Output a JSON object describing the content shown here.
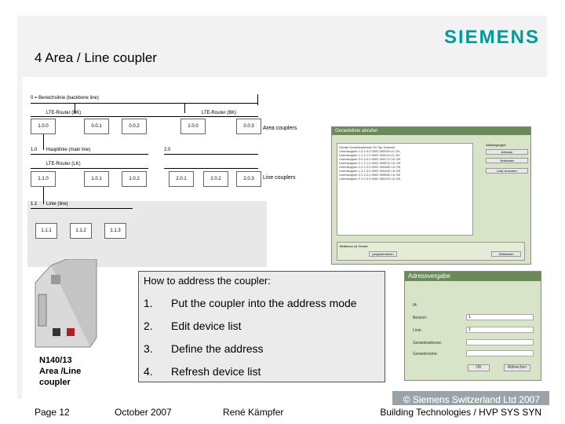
{
  "brand": "SIEMENS",
  "title": "4 Area / Line coupler",
  "topology": {
    "backbone_label": "0 = Bereichslinie (backbone line)",
    "top_routers": [
      "LTE-Router (BK)",
      "LTE-Router (BK)"
    ],
    "area_boxes": [
      "1.0.0",
      "0.0.1",
      "0.0.2",
      "2.0.0",
      "0.0.3"
    ],
    "area_label": "Area couplers",
    "main_line_left": "1.0",
    "main_line_name": "Hauptlinie (main line)",
    "main_line_right": "2.0",
    "line_router": "LTE-Router (LK)",
    "line_boxes": [
      "1.1.0",
      "1.0.1",
      "1.0.2",
      "2.0.1",
      "2.0.2",
      "2.0.3"
    ],
    "line_label": "Line couplers",
    "line_name_num": "1.1",
    "line_name": "Linie (line)",
    "device_boxes": [
      "1.1.1",
      "1.1.2",
      "1.1.3"
    ]
  },
  "dialog1": {
    "caption": "Geraeteliste abrufen",
    "columns": "Geraet   Geraeteadresse   Sn   Typ   Zustand",
    "rows": [
      "Linienkoppler 1.0  1.0.0   0002 000000   LK   OK",
      "Linienkoppler 1.1  1.1.0   0002 000010   LK   OK",
      "Linienkoppler 2.0  2.0.0   0002 000C70   LK   OK",
      "Linienkoppler 2.1  2.1.0   0002 000D10   LK   OK",
      "Linienkoppler 1.2  1.2.0   0002 000A00   LK   OK",
      "Linienkoppler 1.3  1.3.0   0002 000A20   LK   OK",
      "Linienkoppler 2.2  2.2.0   0002 000B30   LK   OK",
      "Linienkoppler 2.3  2.3.0   0002 000C20   LK   OK"
    ],
    "side_title": "Aktionsgruppe",
    "btn1": "Adresse",
    "btn2": "Verbinden",
    "btn3": "Liste erneuern",
    "bottom_label": "Bedienen im Geraet",
    "bottom_btn1": "programmieren",
    "bottom_btn2": "Schliessen"
  },
  "device_caption": [
    "N140/13",
    "Area /Line",
    "coupler"
  ],
  "steps": {
    "heading": "How to address the coupler:",
    "items": [
      {
        "num": "1.",
        "text": "Put the coupler into the address mode"
      },
      {
        "num": "2.",
        "text": "Edit device list"
      },
      {
        "num": "3.",
        "text": "Define the address"
      },
      {
        "num": "4.",
        "text": "Refresh device list"
      }
    ]
  },
  "dialog2": {
    "caption": "Adressvergabe",
    "labels": [
      "IA:",
      "Bereich:",
      "Linie:",
      "Geraeteadresse:",
      "Geraetename:"
    ],
    "values": [
      "",
      "1",
      "1",
      "",
      ""
    ],
    "ok": "OK",
    "cancel": "Abbrechen"
  },
  "footer": {
    "page": "Page 12",
    "date": "October 2007",
    "author": "René Kämpfer",
    "copyright": "© Siemens Switzerland Ltd 2007",
    "division": "Building Technologies / HVP SYS SYN"
  }
}
